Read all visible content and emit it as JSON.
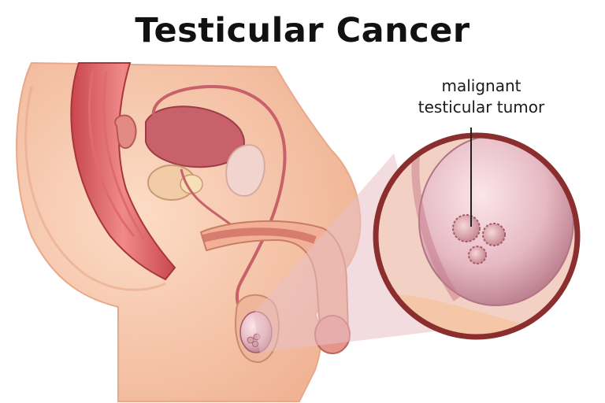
{
  "title": "Testicular Cancer",
  "callout": {
    "line1": "malignant",
    "line2": "testicular tumor"
  },
  "colors": {
    "skin": "#f7c6a8",
    "skin_shadow": "#ecab8c",
    "organ": "#d9847a",
    "muscle": "#d4555b",
    "outline": "#8b2e2e"
  },
  "icons": {
    "tumor": "tumor-cluster-icon"
  }
}
